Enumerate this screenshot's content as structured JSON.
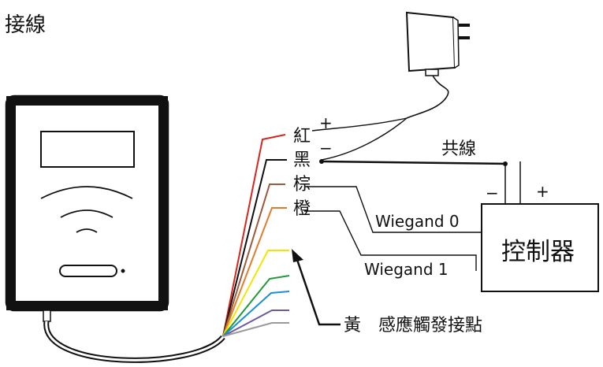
{
  "title": "接線",
  "wire_labels": {
    "red": "紅",
    "black": "黑",
    "brown": "棕",
    "orange": "橙"
  },
  "power": {
    "plus": "+",
    "minus": "−"
  },
  "common_line": "共線",
  "controller": {
    "label": "控制器",
    "plus": "+",
    "minus": "−"
  },
  "wiegand0": "Wiegand 0",
  "wiegand1": "Wiegand 1",
  "trigger_label": "黃　感應觸發接點",
  "icons": [
    "card-reader-icon",
    "power-adapter-icon",
    "rfid-wave-icon"
  ],
  "colors": {
    "red": "#d7261e",
    "black": "#111111",
    "brown": "#9a5a3c",
    "orange": "#e37b2a",
    "yellow": "#f2e600",
    "green": "#1f9a3a",
    "blue": "#1a8fd8",
    "purple": "#6a5aa6",
    "gray": "#9a9a9a"
  }
}
